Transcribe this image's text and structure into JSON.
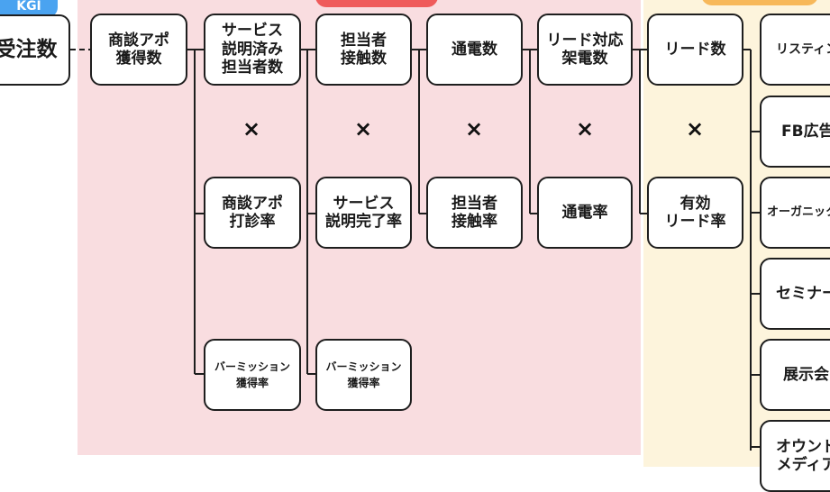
{
  "kgi": {
    "tab_label": "KGI",
    "node_label": "受注数"
  },
  "operator": "×",
  "colors": {
    "pink_zone": "#f9dde0",
    "yellow_zone": "#fdf4dc",
    "kgi_tab": "#4aa3f0",
    "red_tab": "#ef5b5b",
    "orange_tab": "#f7b85a"
  },
  "top_row": [
    "商談アポ\n獲得数",
    "サービス\n説明済み\n担当者数",
    "担当者\n接触数",
    "通電数",
    "リード対応\n架電数",
    "リード数"
  ],
  "rate_row": [
    "商談アポ\n打診率",
    "サービス\n説明完了率",
    "担当者\n接触率",
    "通電率",
    "有効\nリード率"
  ],
  "miss_row": [
    "バーミッション\n獲得率",
    "バーミッション\n獲得率"
  ],
  "channels": [
    "リスティング",
    "FB広告",
    "オーガニック",
    "セミナー",
    "展示会",
    "オウンド\nメディア"
  ]
}
